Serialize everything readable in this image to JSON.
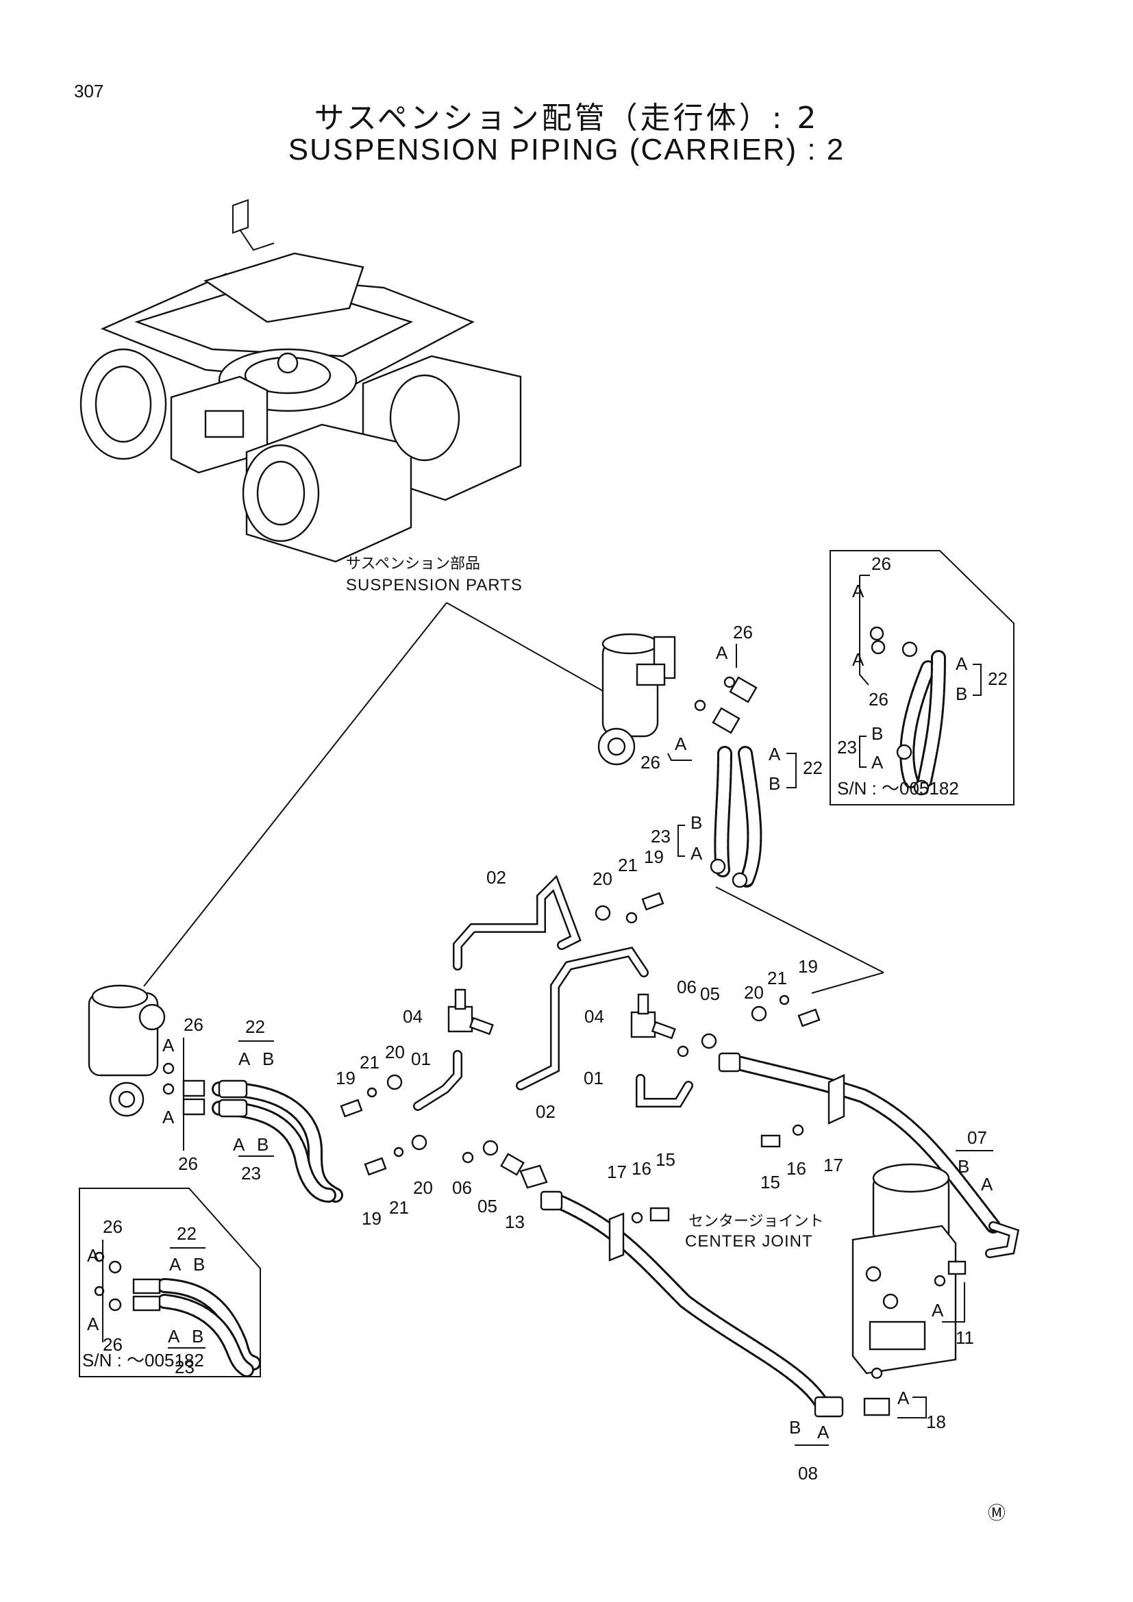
{
  "page_number": "307",
  "title_jp": "サスペンション配管（走行体）: 2",
  "title_en": "SUSPENSION PIPING (CARRIER) : 2",
  "callouts": {
    "suspension_jp": "サスペンション部品",
    "suspension_en": "SUSPENSION PARTS",
    "center_joint_jp": "センタージョイント",
    "center_joint_en": "CENTER JOINT"
  },
  "inset_serial": "S/N : ～005182",
  "mark": "Ⓜ",
  "part_labels": {
    "p01": "01",
    "p02": "02",
    "p04": "04",
    "p05": "05",
    "p06": "06",
    "p07": "07",
    "p08": "08",
    "p11": "11",
    "p13": "13",
    "p15": "15",
    "p16": "16",
    "p17": "17",
    "p18": "18",
    "p19": "19",
    "p20": "20",
    "p21": "21",
    "p22": "22",
    "p23": "23",
    "p26": "26",
    "a": "A",
    "b": "B"
  }
}
